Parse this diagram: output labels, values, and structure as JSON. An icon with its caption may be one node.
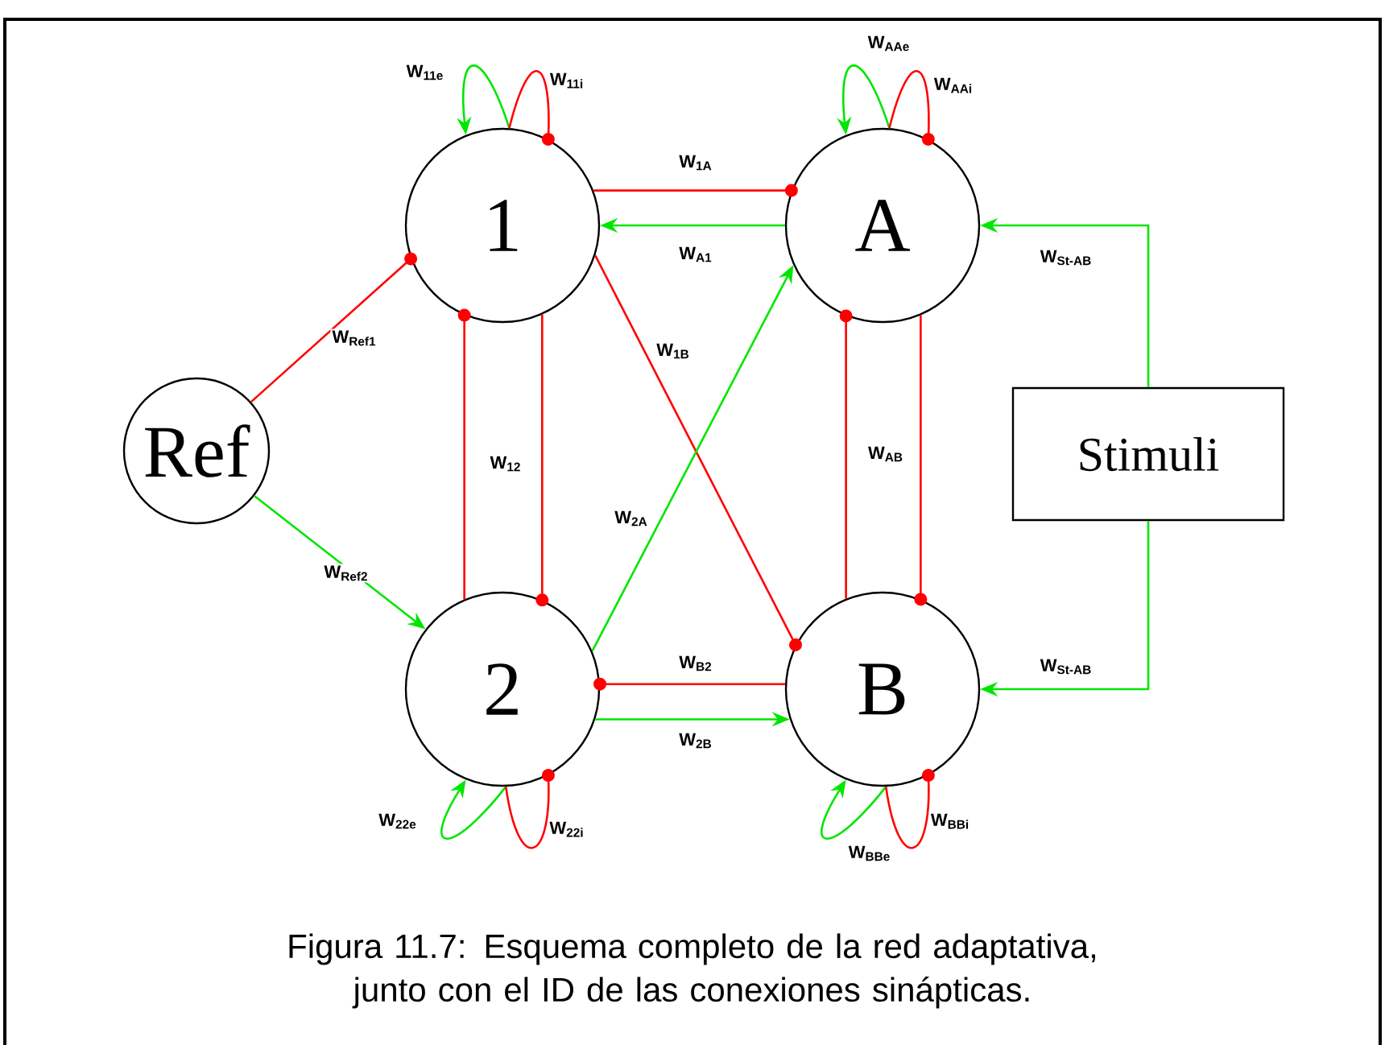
{
  "diagram": {
    "caption": "Figura 11.7: Esquema completo de la red adaptativa, junto con el ID de las conexiones sinápticas.",
    "nodes": [
      {
        "text": [
          "Ref"
        ]
      },
      {
        "text": [
          "1"
        ]
      },
      {
        "text": [
          "2"
        ]
      },
      {
        "text": [
          "A"
        ]
      },
      {
        "text": [
          "B"
        ]
      },
      {
        "text": [
          "Stimuli"
        ]
      }
    ],
    "edges": [
      {
        "from": 0,
        "to": 1,
        "arrow": "other",
        "label": "W$_{Ref1}$",
        "color": "#ff0000"
      },
      {
        "from": 0,
        "to": 2,
        "arrow": "to",
        "label": "W$_{Ref2}$",
        "color": "#00e600"
      },
      {
        "from": 1,
        "to": 1,
        "arrow": "to",
        "label": "W$_{11e}$",
        "color": "#00e600"
      },
      {
        "from": 1,
        "to": 1,
        "arrow": "other",
        "label": "W$_{11i}$",
        "color": "#ff0000"
      },
      {
        "from": 1,
        "to": 3,
        "arrow": "other",
        "label": "W$_{1A}$",
        "color": "#ff0000"
      },
      {
        "from": 3,
        "to": 1,
        "arrow": "to",
        "label": "W$_{A1}$",
        "color": "#00e600"
      },
      {
        "from": 1,
        "to": 4,
        "arrow": "other",
        "label": "W$_{1B}$",
        "color": "#ff0000"
      },
      {
        "from": 2,
        "to": 1,
        "arrow": "other",
        "label": "W$_{12}$",
        "color": "#ff0000"
      },
      {
        "from": 1,
        "to": 2,
        "arrow": "other",
        "color": "#ff0000"
      },
      {
        "from": 2,
        "to": 3,
        "arrow": "to",
        "label": "W$_{2A}$",
        "color": "#00e600"
      },
      {
        "from": 4,
        "to": 3,
        "arrow": "other",
        "label": "W$_{AB}$",
        "color": "#ff0000"
      },
      {
        "from": 3,
        "to": 4,
        "arrow": "other",
        "color": "#ff0000"
      },
      {
        "from": 4,
        "to": 2,
        "arrow": "other",
        "label": "W$_{B2}$",
        "color": "#ff0000"
      },
      {
        "from": 2,
        "to": 4,
        "arrow": "to",
        "label": "W$_{2B}$",
        "color": "#00e600"
      },
      {
        "from": 2,
        "to": 2,
        "arrow": "to",
        "label": "W$_{22e}$",
        "color": "#00e600"
      },
      {
        "from": 2,
        "to": 2,
        "arrow": "other",
        "label": "W$_{22i}$",
        "color": "#ff0000"
      },
      {
        "from": 3,
        "to": 3,
        "arrow": "to",
        "label": "W$_{AAe}$",
        "color": "#00e600"
      },
      {
        "from": 3,
        "to": 3,
        "arrow": "other",
        "label": "W$_{AAi}$",
        "color": "#ff0000"
      },
      {
        "from": 4,
        "to": 4,
        "arrow": "to",
        "label": "W$_{BBe}$",
        "color": "#00e600"
      },
      {
        "from": 4,
        "to": 4,
        "arrow": "other",
        "label": "W$_{BBi}$",
        "color": "#ff0000"
      },
      {
        "from": 5,
        "to": 3,
        "arrow": "to",
        "label": "W$_{St-AB}$",
        "color": "#00e600"
      },
      {
        "from": 5,
        "to": 4,
        "arrow": "to",
        "label": "W$_{St-AB}$",
        "color": "#00e600"
      }
    ]
  }
}
